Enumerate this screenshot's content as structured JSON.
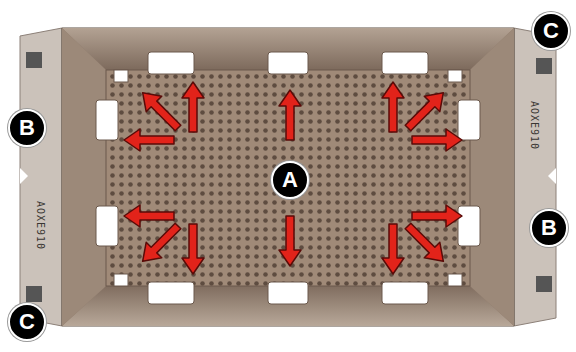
{
  "diagram": {
    "labels": [
      "C",
      "B",
      "A",
      "B",
      "C",
      "AOXE910",
      "AOXE910"
    ]
  }
}
